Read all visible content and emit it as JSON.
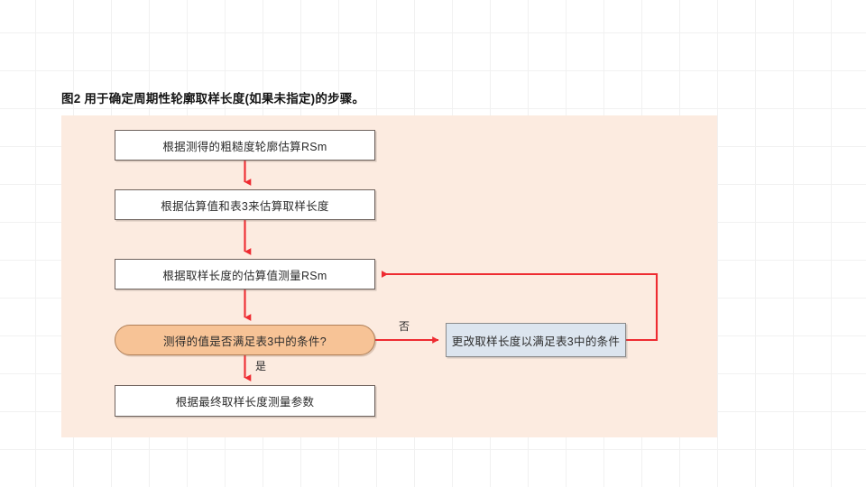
{
  "figure": {
    "caption": "图2 用于确定周期性轮廓取样长度(如果未指定)的步骤。"
  },
  "colors": {
    "panel_background": "#fcebe0",
    "page_background": "#ffffff",
    "grid_line": "#f1f1f1",
    "process_fill": "#ffffff",
    "process_border": "#6e625d",
    "decision_fill": "#f7c396",
    "decision_border": "#b08059",
    "alt_fill": "#dce5ef",
    "alt_border": "#8a8a8a",
    "arrow": "#ee2b31",
    "text": "#2b2b2b"
  },
  "flowchart": {
    "nodes": [
      {
        "id": "node-1",
        "shape": "rectangle",
        "label": "根据测得的粗糙度轮廓估算RSm"
      },
      {
        "id": "node-2",
        "shape": "rectangle",
        "label": "根据估算值和表3来估算取样长度"
      },
      {
        "id": "node-3",
        "shape": "rectangle",
        "label": "根据取样长度的估算值测量RSm"
      },
      {
        "id": "node-4",
        "shape": "rounded-decision",
        "label": "测得的值是否满足表3中的条件?"
      },
      {
        "id": "node-5",
        "shape": "rectangle",
        "label": "根据最终取样长度测量参数"
      },
      {
        "id": "node-6",
        "shape": "rectangle-alt",
        "label": "更改取样长度以满足表3中的条件"
      }
    ],
    "branch_labels": {
      "no": "否",
      "yes": "是"
    }
  }
}
